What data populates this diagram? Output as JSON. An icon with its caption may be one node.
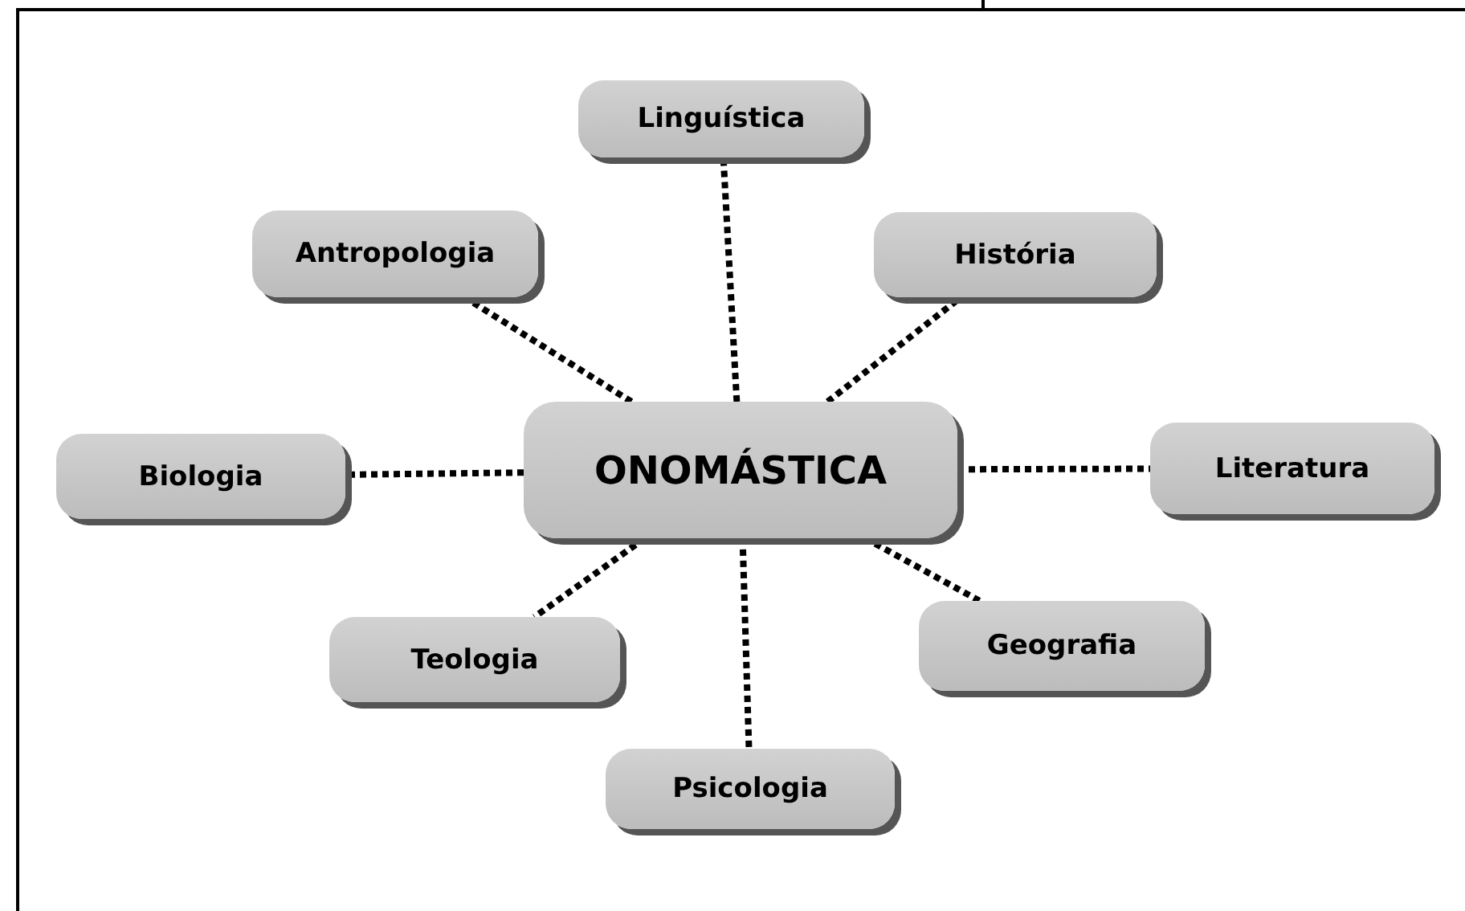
{
  "diagram": {
    "nodes": [
      {
        "text": [
          "ONOMÁSTICA"
        ]
      },
      {
        "text": [
          "Linguística"
        ]
      },
      {
        "text": [
          "Antropologia"
        ]
      },
      {
        "text": [
          "História"
        ]
      },
      {
        "text": [
          "Biologia"
        ]
      },
      {
        "text": [
          "Literatura"
        ]
      },
      {
        "text": [
          "Teologia"
        ]
      },
      {
        "text": [
          "Geografia"
        ]
      },
      {
        "text": [
          "Psicologia"
        ]
      }
    ],
    "edges": [
      {
        "from": 0,
        "to": 1,
        "arrow": "none",
        "style": "dashed"
      },
      {
        "from": 0,
        "to": 2,
        "arrow": "none",
        "style": "dashed"
      },
      {
        "from": 0,
        "to": 3,
        "arrow": "none",
        "style": "dashed"
      },
      {
        "from": 0,
        "to": 4,
        "arrow": "none",
        "style": "dashed"
      },
      {
        "from": 0,
        "to": 5,
        "arrow": "none",
        "style": "dashed"
      },
      {
        "from": 0,
        "to": 6,
        "arrow": "none",
        "style": "dashed"
      },
      {
        "from": 0,
        "to": 7,
        "arrow": "none",
        "style": "dashed"
      },
      {
        "from": 0,
        "to": 8,
        "arrow": "none",
        "style": "dashed"
      }
    ]
  }
}
